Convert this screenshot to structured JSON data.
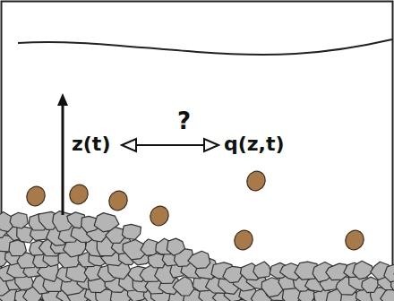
{
  "diagram": {
    "labels": [
      "z(t)",
      "?",
      "q(z,t)"
    ]
  }
}
